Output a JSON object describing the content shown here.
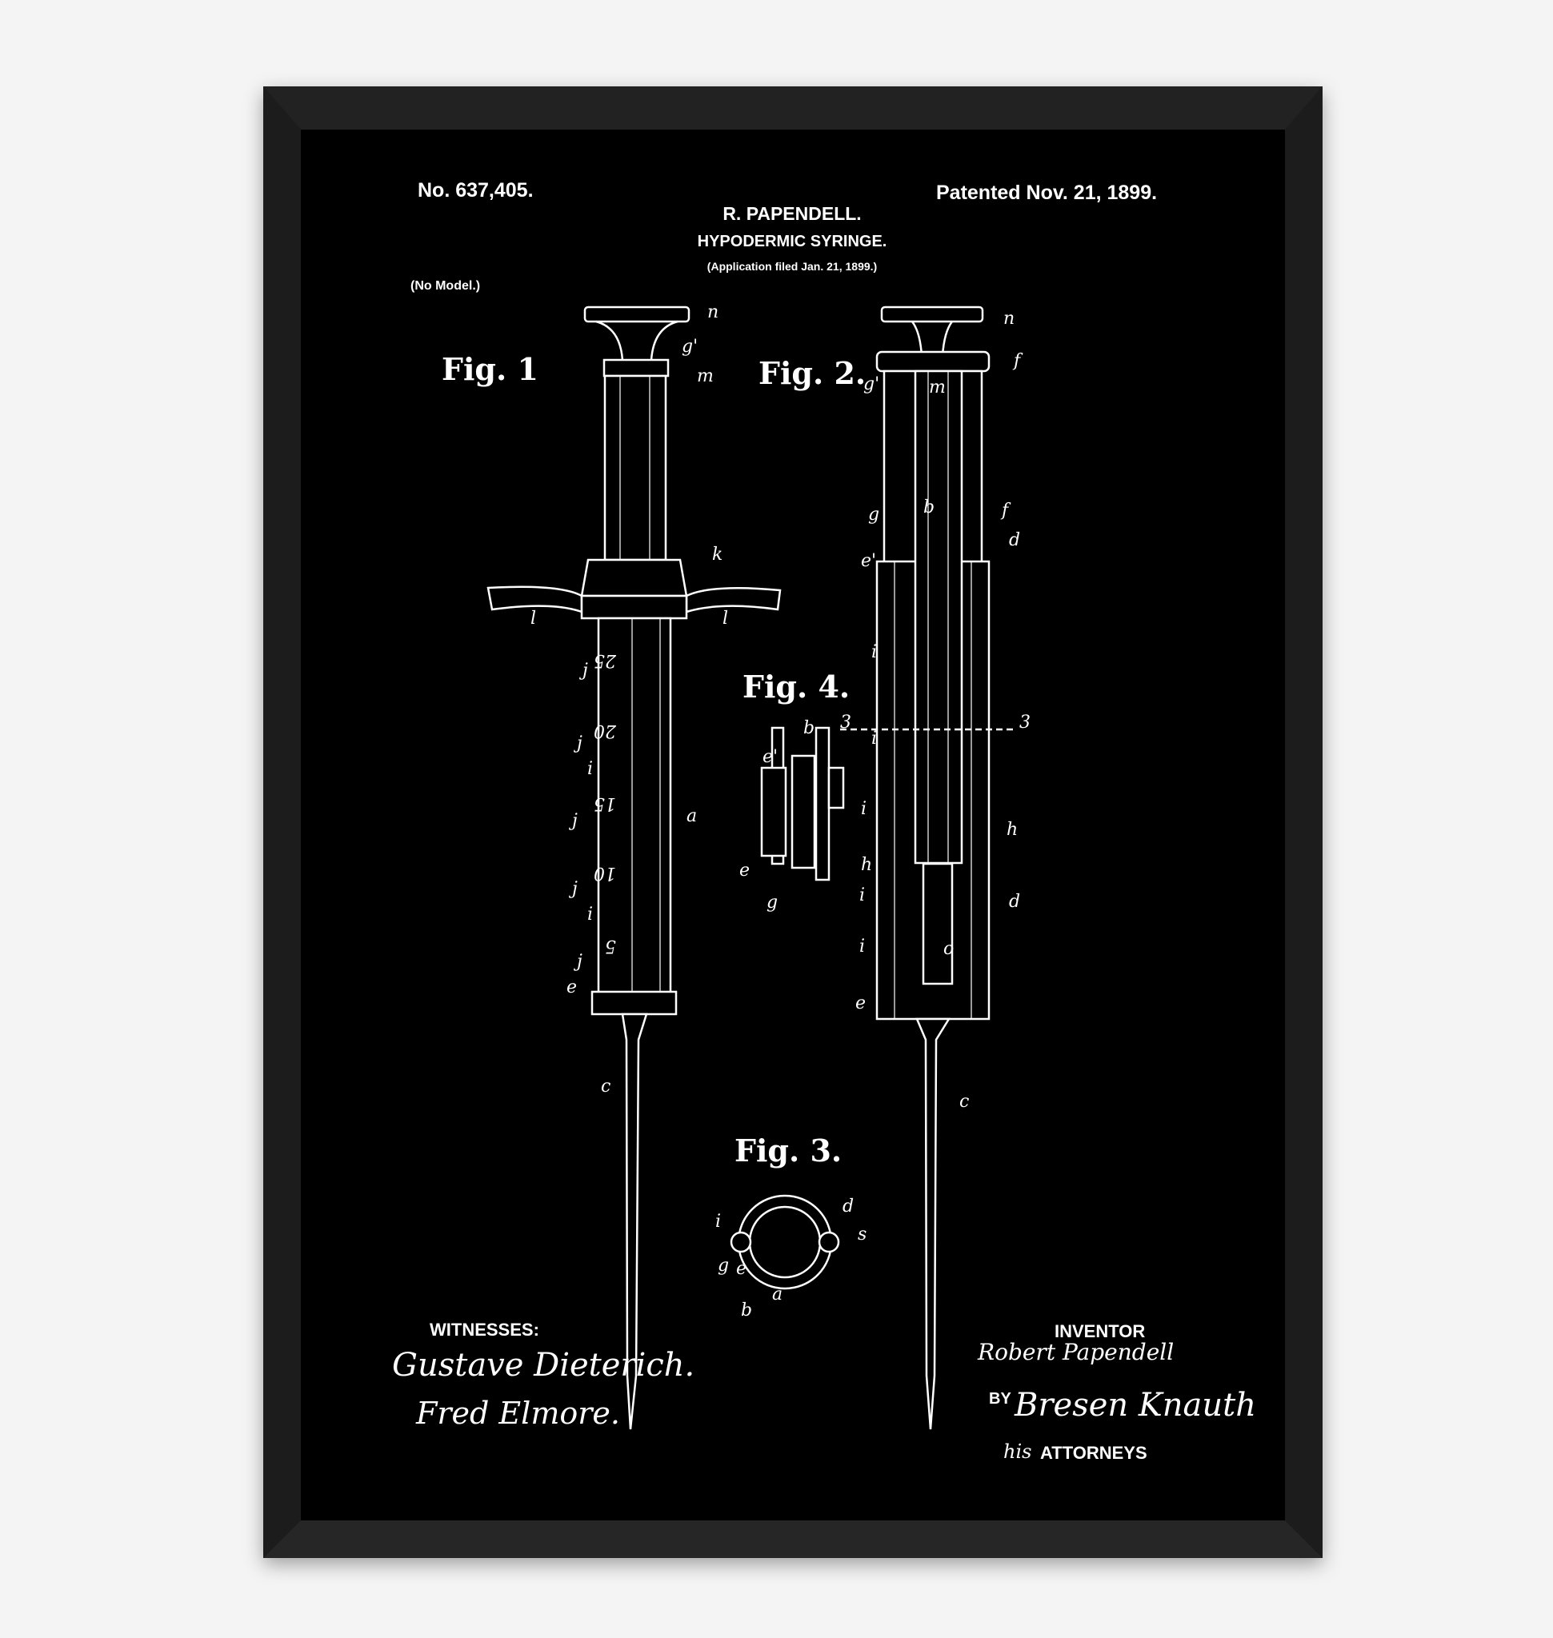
{
  "header": {
    "patent_number": "No. 637,405.",
    "patent_date": "Patented Nov. 21, 1899.",
    "inventor_name": "R. PAPENDELL.",
    "title": "HYPODERMIC SYRINGE.",
    "application": "(Application filed Jan. 21, 1899.)",
    "model_note": "(No Model.)"
  },
  "figures": {
    "fig1": "Fig. 1",
    "fig2": "Fig. 2.",
    "fig3": "Fig. 3.",
    "fig4": "Fig. 4."
  },
  "graduations": [
    "25",
    "20",
    "15",
    "10",
    "5"
  ],
  "fig1_labels": [
    "n",
    "g'",
    "m",
    "k",
    "l",
    "l",
    "j",
    "j",
    "i",
    "j",
    "a",
    "j",
    "i",
    "j",
    "e",
    "c"
  ],
  "fig2_labels": [
    "n",
    "f",
    "g'",
    "m",
    "g",
    "b",
    "f",
    "d",
    "e'",
    "i",
    "3",
    "3",
    "i",
    "i",
    "h",
    "h",
    "i",
    "d",
    "i",
    "o",
    "e",
    "c"
  ],
  "fig3_labels": [
    "i",
    "d",
    "s",
    "g",
    "e",
    "a",
    "b"
  ],
  "fig4_labels": [
    "b",
    "e'",
    "e",
    "g"
  ],
  "footer": {
    "witnesses_label": "WITNESSES:",
    "witness_1": "Gustave Dieterich.",
    "witness_2": "Fred Elmore.",
    "inventor_label": "INVENTOR",
    "inventor_signature": "Robert Papendell",
    "by_label": "BY",
    "attorneys_signature": "Bresen Knauth",
    "his_label": "his",
    "attorneys_label": "ATTORNEYS"
  },
  "colors": {
    "frame": "#1a1a1a",
    "artwork": "#000000",
    "ink": "#ffffff",
    "wall": "#f4f4f4"
  }
}
